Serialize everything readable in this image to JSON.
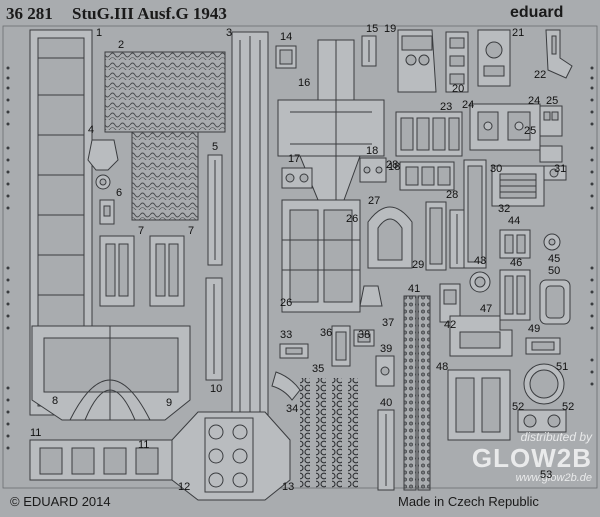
{
  "header": {
    "set_number": "36 281",
    "title": "StuG.III Ausf.G 1943",
    "brand": "eduard"
  },
  "footer": {
    "copyright": "© EDUARD 2014",
    "origin": "Made in Czech Republic"
  },
  "watermark": {
    "top": "distributed by",
    "logo": "GLOW2B",
    "bottom": "www.glow2b.de"
  },
  "part_numbers": [
    "1",
    "2",
    "3",
    "4",
    "5",
    "6",
    "7",
    "7",
    "8",
    "9",
    "10",
    "11",
    "11",
    "12",
    "13",
    "14",
    "15",
    "16",
    "17",
    "18",
    "18",
    "19",
    "20",
    "21",
    "22",
    "23",
    "24",
    "24",
    "25",
    "25",
    "26",
    "26",
    "27",
    "28",
    "28",
    "29",
    "30",
    "31",
    "32",
    "33",
    "34",
    "35",
    "36",
    "37",
    "38",
    "39",
    "40",
    "41",
    "42",
    "43",
    "44",
    "45",
    "46",
    "47",
    "48",
    "49",
    "50",
    "51",
    "52",
    "52",
    "53"
  ],
  "colors": {
    "fret": "#a9acaf",
    "part_fill": "#b9bcbf",
    "outline": "#3a3c3f",
    "text": "#1a1a1a"
  }
}
